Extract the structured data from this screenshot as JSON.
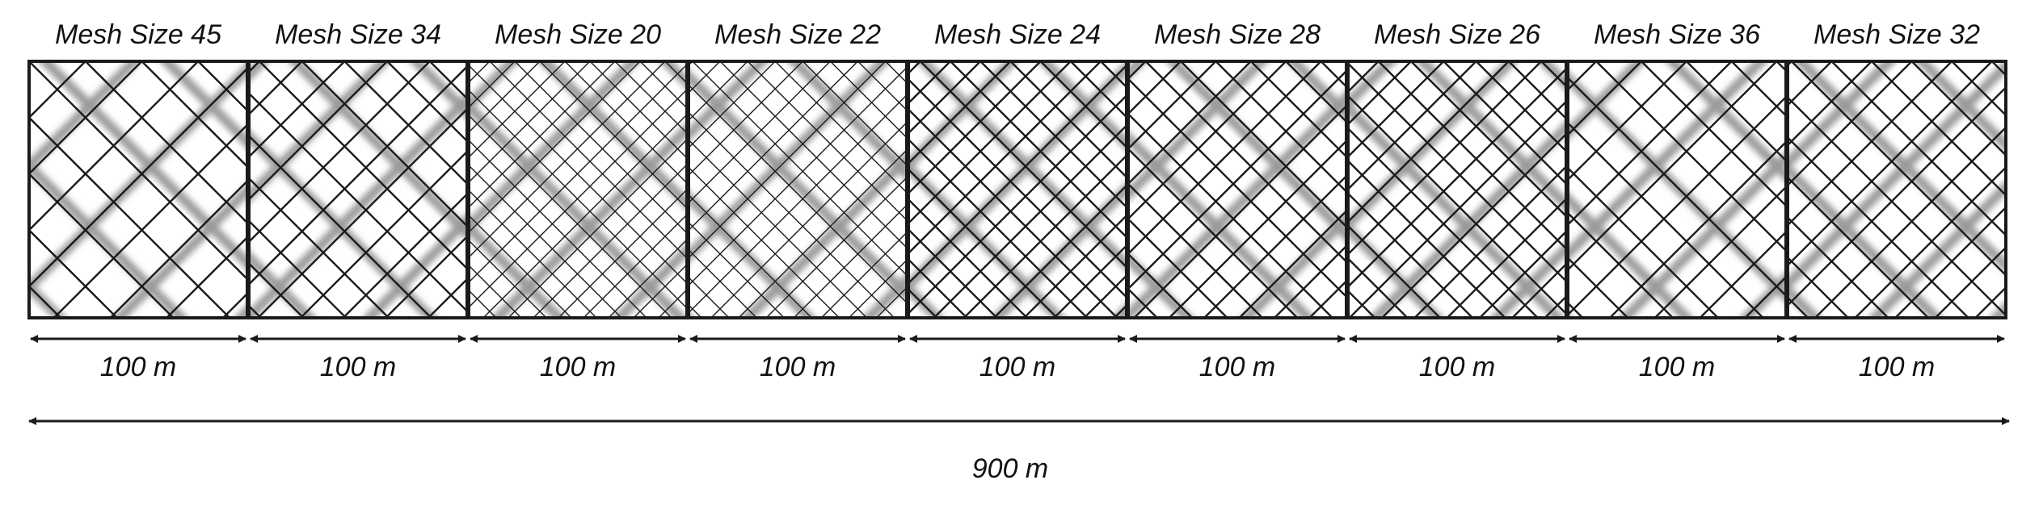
{
  "panels": [
    {
      "title": "Mesh Size 45",
      "length": "100 m",
      "mesh": 45
    },
    {
      "title": "Mesh Size 34",
      "length": "100 m",
      "mesh": 34
    },
    {
      "title": "Mesh Size 20",
      "length": "100 m",
      "mesh": 20
    },
    {
      "title": "Mesh Size 22",
      "length": "100 m",
      "mesh": 22
    },
    {
      "title": "Mesh Size 24",
      "length": "100 m",
      "mesh": 24
    },
    {
      "title": "Mesh Size 28",
      "length": "100 m",
      "mesh": 28
    },
    {
      "title": "Mesh Size 26",
      "length": "100 m",
      "mesh": 26
    },
    {
      "title": "Mesh Size 36",
      "length": "100 m",
      "mesh": 36
    },
    {
      "title": "Mesh Size 32",
      "length": "100 m",
      "mesh": 32
    }
  ],
  "total_length": "900 m",
  "colors": {
    "wire": "#1a1a1a",
    "blur_wire": "#9a9a9a",
    "frame": "#1a1a1a"
  }
}
